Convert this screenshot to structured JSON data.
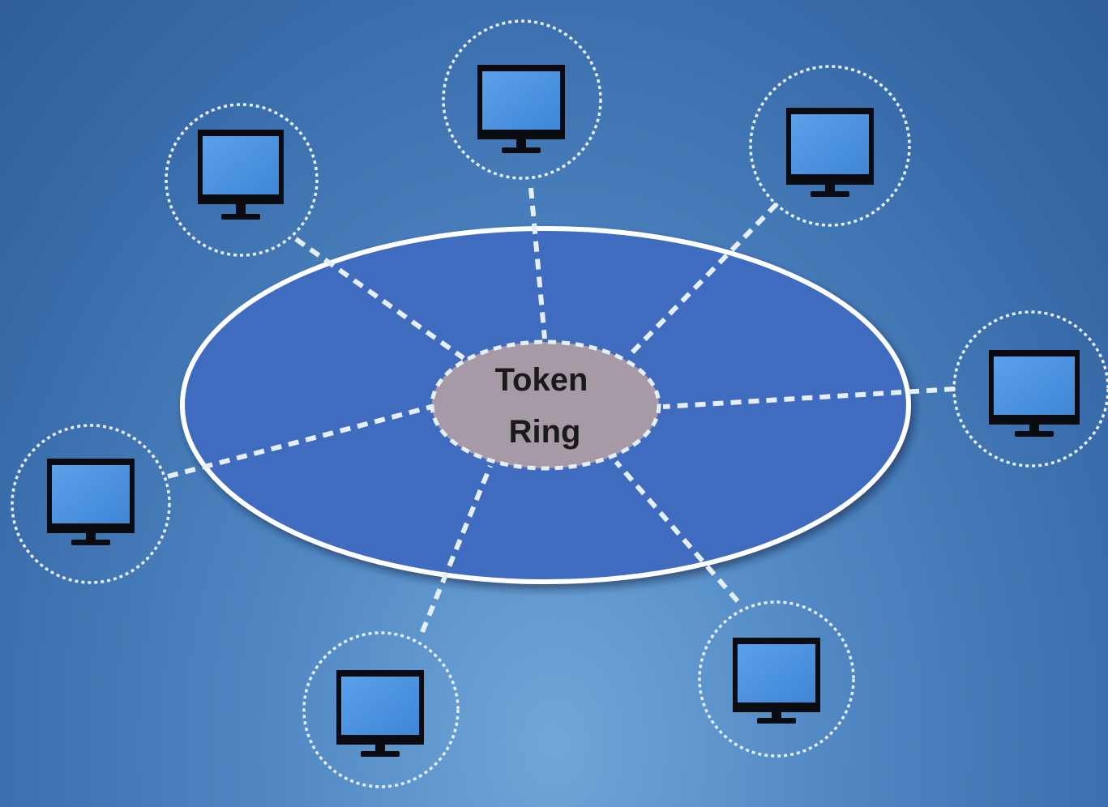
{
  "hub": {
    "label_line1": "Token",
    "label_line2": "Ring"
  },
  "stations": [
    {
      "name": "computer-top-left"
    },
    {
      "name": "computer-top"
    },
    {
      "name": "computer-top-right"
    },
    {
      "name": "computer-right"
    },
    {
      "name": "computer-bottom-right"
    },
    {
      "name": "computer-bottom"
    },
    {
      "name": "computer-left"
    }
  ],
  "colors": {
    "background": "#3b6fad",
    "ring_fill": "#3f6cc0",
    "ring_stroke": "#ffffff",
    "hub_fill": "#a59aa5",
    "monitor_bezel": "#0b0b12",
    "monitor_screen": "#4f94e0",
    "dashed_line": "#e6eef8"
  },
  "icons": {
    "station": "monitor-icon"
  }
}
